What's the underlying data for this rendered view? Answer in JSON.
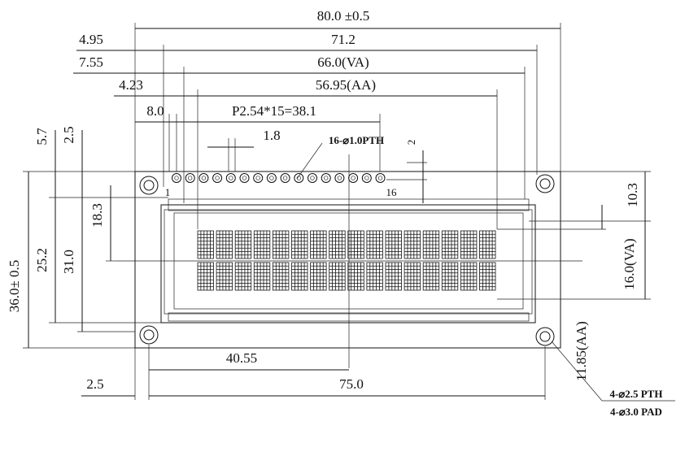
{
  "dims": {
    "overall_width": "80.0 ±0.5",
    "mount_hole_pitch": "71.2",
    "view_area_width": "66.0(VA)",
    "active_area_width": "56.95(AA)",
    "pin_pitch": "P2.54*15=38.1",
    "d_4_95": "4.95",
    "d_7_55": "7.55",
    "d_4_23": "4.23",
    "d_8_0": "8.0",
    "d_1_8": "1.8",
    "pin_holes": "16-⌀1.0PTH",
    "pin_dim_2": "2",
    "pin_first": "1",
    "pin_last": "16",
    "d_5_7": "5.7",
    "d_2_5_top": "2.5",
    "overall_height": "36.0± 0.5",
    "d_25_2": "25.2",
    "d_31_0": "31.0",
    "d_18_3": "18.3",
    "d_10_3": "10.3",
    "view_area_height": "16.0(VA)",
    "active_area_height": "11.85(AA)",
    "d_40_55": "40.55",
    "bottom_hole_pitch": "75.0",
    "d_2_5_bottom": "2.5",
    "mount_pth": "4-⌀2.5 PTH",
    "mount_pad": "4-⌀3.0 PAD"
  },
  "display": {
    "rows": 2,
    "cols": 16
  }
}
